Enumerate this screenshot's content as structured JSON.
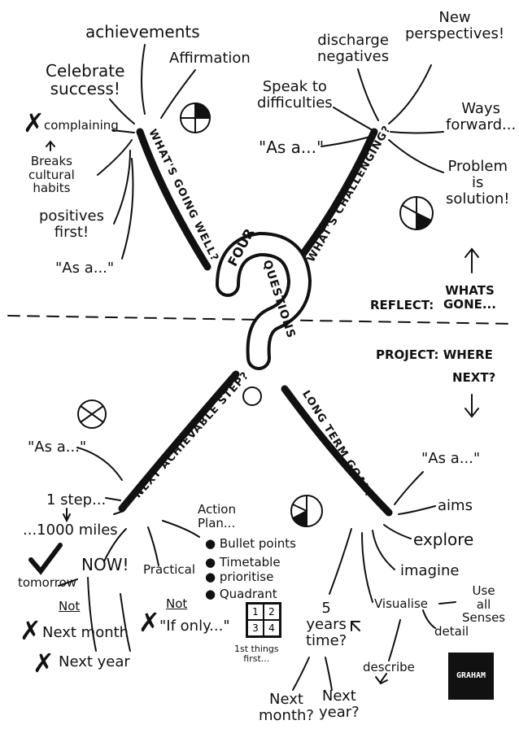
{
  "center": {
    "word1": "FOUR",
    "word2": "QUESTIONS"
  },
  "branches": {
    "going_well": "WHAT'S GOING WELL?",
    "challenging": "WHAT'S CHALLENGING?",
    "next_step": "NEXT ACHIEVABLE STEP?",
    "long_term": "LONG TERM GOAL?"
  },
  "top_left": {
    "achievements": "achievements",
    "affirmation": "Affirmation",
    "celebrate": "Celebrate\nsuccess!",
    "complaining": "complaining",
    "breaks": "Breaks\ncultural\nhabits",
    "positives": "positives\nfirst!",
    "as_a": "\"As a...\""
  },
  "top_right": {
    "discharge": "discharge\nnegatives",
    "new_perspectives": "New\nperspectives!",
    "speak": "Speak to\ndifficulties",
    "ways": "Ways\nforward...",
    "as_a": "\"As a...\"",
    "problem": "Problem\nis\nsolution!"
  },
  "middle": {
    "reflect": "REFLECT:",
    "whats_gone": "WHATS\nGONE...",
    "project": "PROJECT: WHERE",
    "next": "NEXT?"
  },
  "bottom_left": {
    "as_a": "\"As a...\"",
    "one_step": "1 step...",
    "miles": "...1000 miles",
    "now": "NOW!",
    "tomorrow": "tomorrow",
    "not1": "Not",
    "practical": "Practical",
    "not2": "Not",
    "if_only": "\"If only...\"",
    "next_month": "Next month",
    "next_year": "Next year",
    "action_plan": "Action\nPlan...",
    "bullets": [
      "Bullet points",
      "Timetable",
      "prioritise",
      "Quadrant"
    ],
    "grid": [
      "1",
      "2",
      "3",
      "4"
    ],
    "first_things": "1st things\nfirst..."
  },
  "bottom_right": {
    "as_a": "\"As a...\"",
    "aims": "aims",
    "explore": "explore",
    "imagine": "imagine",
    "visualise": "Visualise",
    "use_all": "Use\nall\nSenses",
    "detail": "detail",
    "five_years": "5\nyears\ntime?",
    "describe": "describe",
    "next_month": "Next\nmonth?",
    "next_year": "Next\nyear?"
  },
  "stamp": "GRAHAM"
}
